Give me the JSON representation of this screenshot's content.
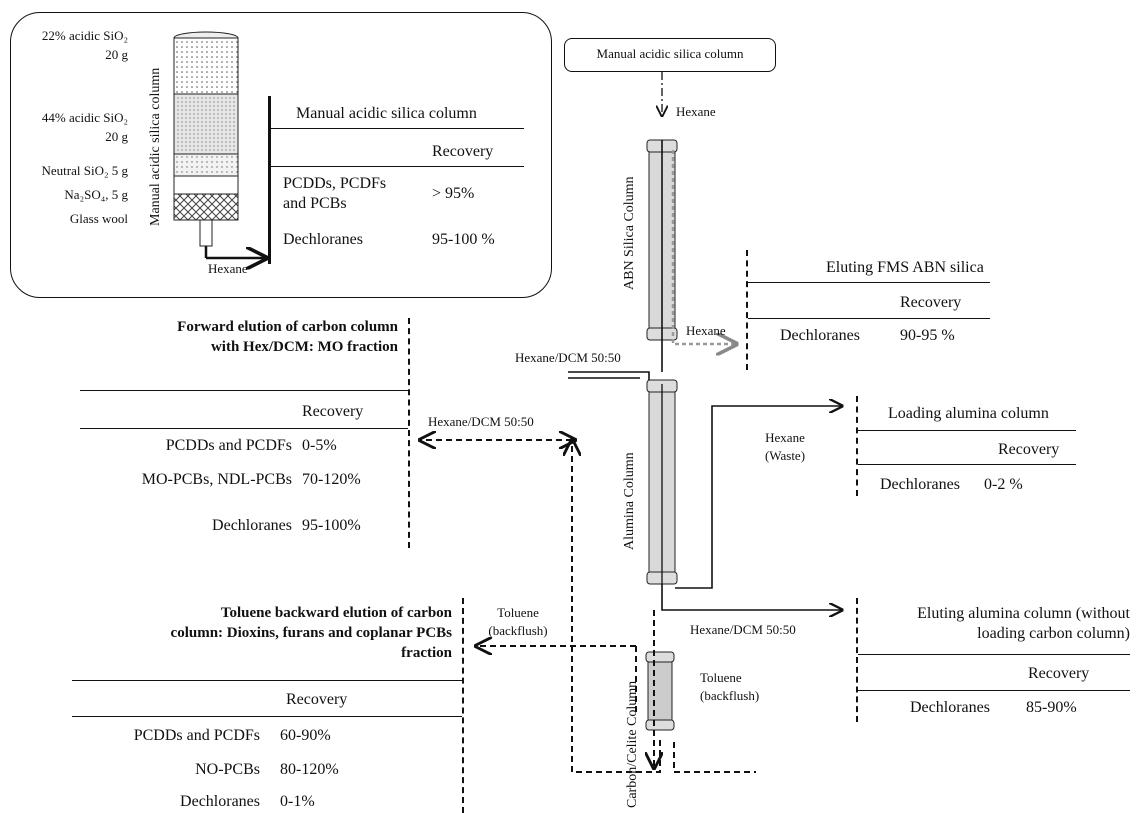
{
  "manual_column": {
    "layers": [
      {
        "label": "22% acidic SiO₂",
        "mass": "20 g"
      },
      {
        "label": "44% acidic SiO₂",
        "mass": "20 g"
      },
      {
        "label": "Neutral SiO₂ 5 g"
      },
      {
        "label": "Na₂SO₄, 5 g"
      },
      {
        "label": "Glass wool"
      }
    ],
    "vertical_label": "Manual acidic silica column",
    "outlet_label": "Hexane",
    "table": {
      "title": "Manual  acidic silica column",
      "header": "Recovery",
      "rows": [
        {
          "analyte": [
            "PCDDs, PCDFs",
            "and PCBs"
          ],
          "value": "> 95%"
        },
        {
          "analyte": [
            "Dechloranes"
          ],
          "value": "95-100 %"
        }
      ]
    }
  },
  "top_box": "Manual  acidic silica column",
  "flow_labels": {
    "hexane_top": "Hexane",
    "abn_column": "ABN Silica Column",
    "hexane_side": "Hexane",
    "hexdcm_in": "Hexane/DCM 50:50",
    "alumina_column": "Alumina Column",
    "hexane_waste": [
      "Hexane",
      "(Waste)"
    ],
    "hexdcm_forward": "Hexane/DCM 50:50",
    "hexdcm_alumina_out": "Hexane/DCM 50:50",
    "toluene_backflush_left": [
      "Toluene",
      "(backflush)"
    ],
    "toluene_backflush_right": [
      "Toluene",
      "(backflush)"
    ],
    "carbon_column": "Carbon/Celite Column"
  },
  "tables": {
    "fms_abn": {
      "title": "Eluting  FMS ABN silica",
      "header": "Recovery",
      "rows": [
        {
          "analyte": "Dechloranes",
          "value": "90-95 %"
        }
      ]
    },
    "loading_alumina": {
      "title": "Loading alumina column",
      "header": "Recovery",
      "rows": [
        {
          "analyte": "Dechloranes",
          "value": "0-2 %"
        }
      ]
    },
    "eluting_alumina": {
      "title": [
        "Eluting alumina column (without",
        "loading carbon column)"
      ],
      "header": "Recovery",
      "rows": [
        {
          "analyte": "Dechloranes",
          "value": "85-90%"
        }
      ]
    },
    "forward_elution": {
      "title": [
        "Forward  elution of carbon column",
        "with Hex/DCM: MO fraction"
      ],
      "header": "Recovery",
      "rows": [
        {
          "analyte": "PCDDs and PCDFs",
          "value": "0-5%"
        },
        {
          "analyte": "MO-PCBs, NDL-PCBs",
          "value": "70-120%"
        },
        {
          "analyte": "Dechloranes",
          "value": "95-100%"
        }
      ]
    },
    "toluene_backward": {
      "title": [
        "Toluene backward  elution of carbon",
        "column: Dioxins, furans and coplanar PCBs",
        "fraction"
      ],
      "header": "Recovery",
      "rows": [
        {
          "analyte": "PCDDs and PCDFs",
          "value": "60-90%"
        },
        {
          "analyte": "NO-PCBs",
          "value": "80-120%"
        },
        {
          "analyte": "Dechloranes",
          "value": "0-1%"
        }
      ]
    }
  }
}
